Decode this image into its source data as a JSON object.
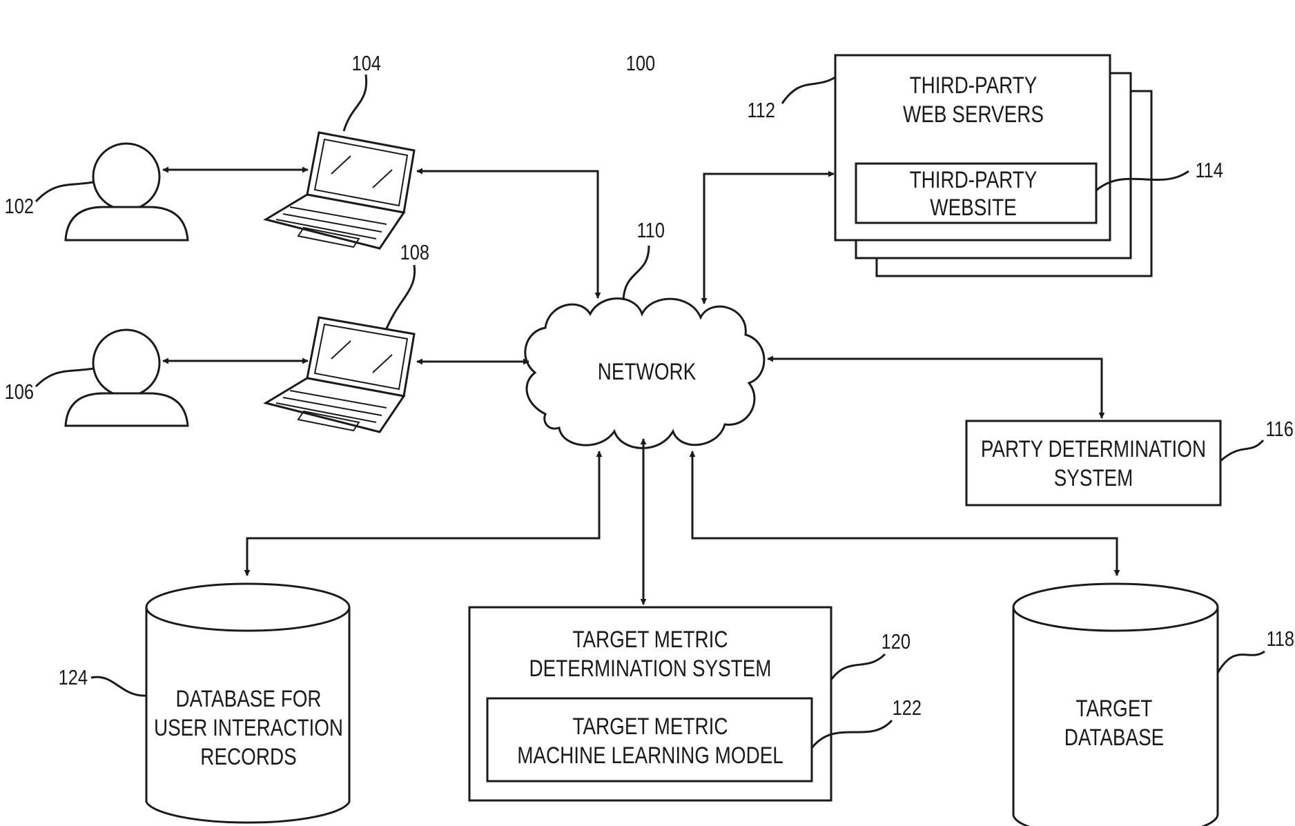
{
  "figure": {
    "number": "100"
  },
  "users": [
    {
      "ref": "102"
    },
    {
      "ref": "106"
    }
  ],
  "devices": [
    {
      "ref": "104"
    },
    {
      "ref": "108"
    }
  ],
  "network": {
    "ref": "110",
    "label": "NETWORK"
  },
  "web_servers": {
    "ref": "112",
    "lines": [
      "THIRD-PARTY",
      "WEB SERVERS"
    ],
    "website": {
      "ref": "114",
      "lines": [
        "THIRD-PARTY",
        "WEBSITE"
      ]
    }
  },
  "party_determination": {
    "ref": "116",
    "lines": [
      "PARTY DETERMINATION",
      "SYSTEM"
    ]
  },
  "target_database": {
    "ref": "118",
    "lines": [
      "TARGET",
      "DATABASE"
    ]
  },
  "target_metric_system": {
    "ref": "120",
    "lines": [
      "TARGET METRIC",
      "DETERMINATION SYSTEM"
    ],
    "model": {
      "ref": "122",
      "lines": [
        "TARGET METRIC",
        "MACHINE LEARNING MODEL"
      ]
    }
  },
  "interaction_database": {
    "ref": "124",
    "lines": [
      "DATABASE FOR",
      "USER INTERACTION",
      "RECORDS"
    ]
  }
}
